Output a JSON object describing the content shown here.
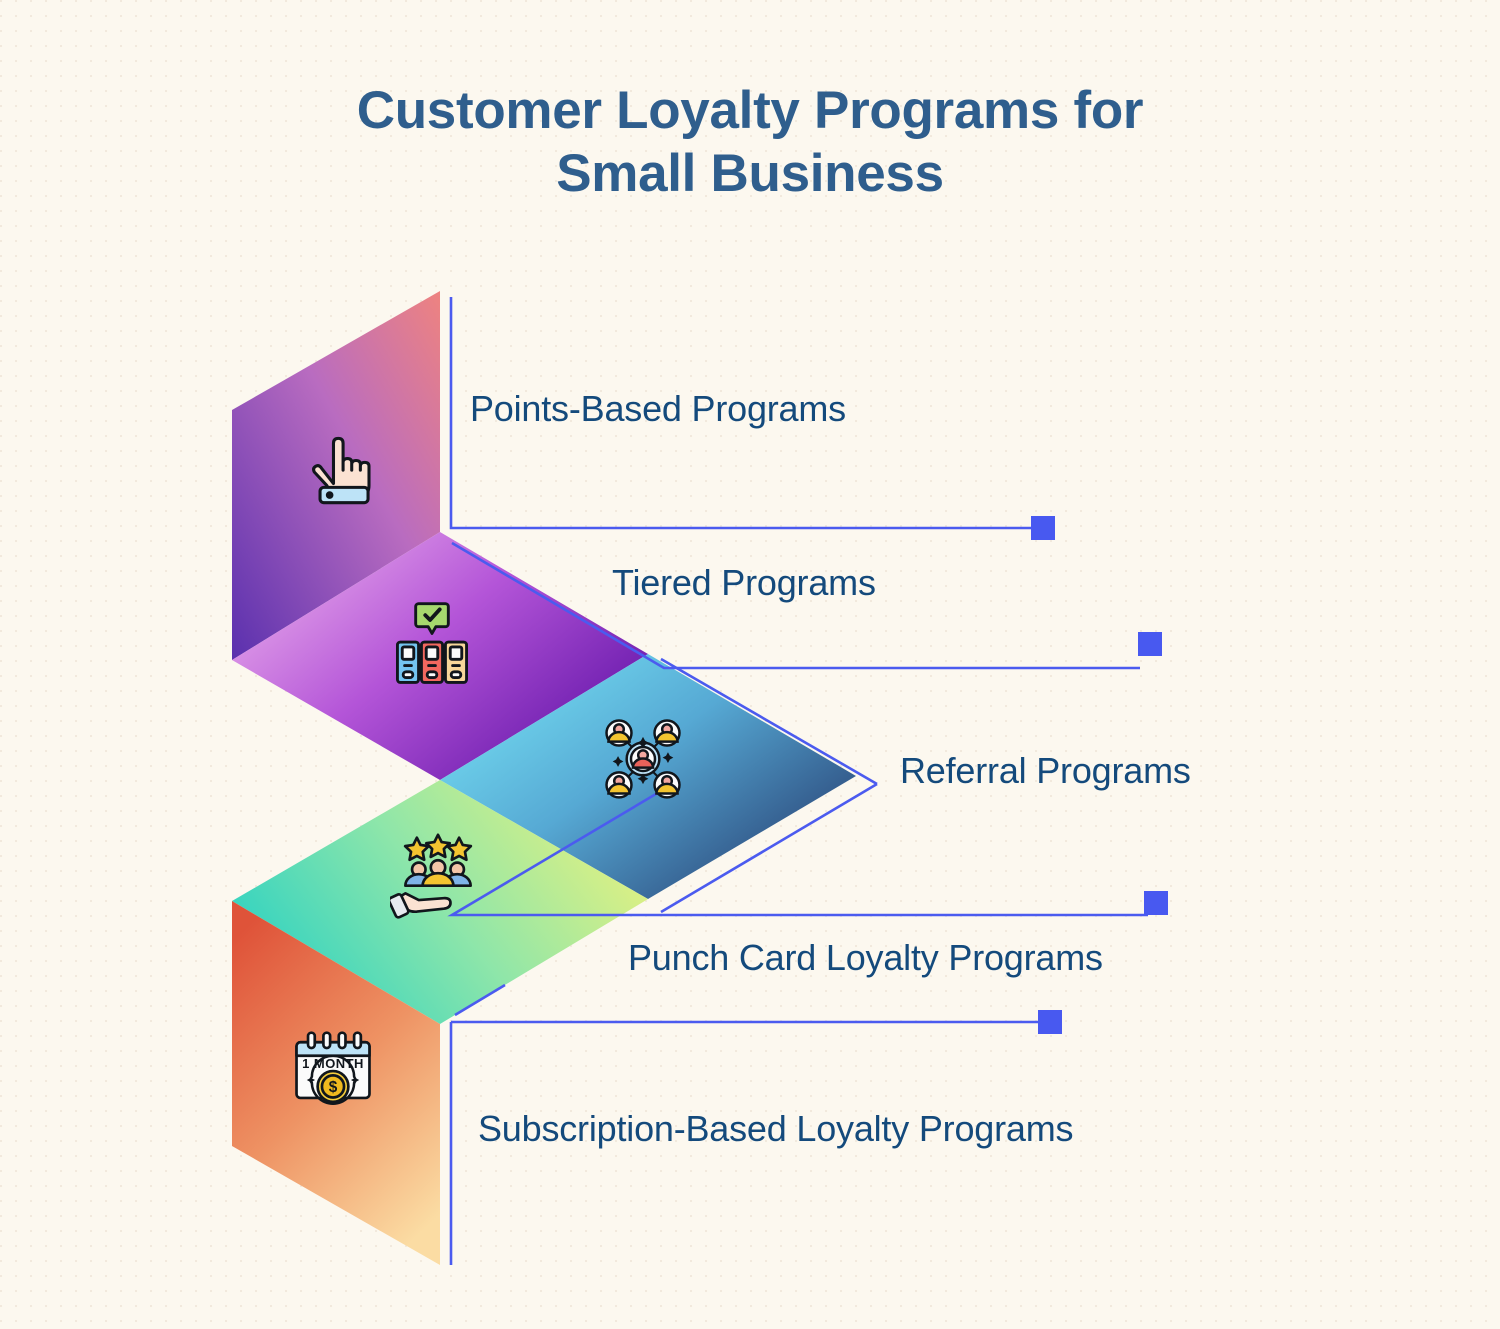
{
  "page": {
    "title": "Customer Loyalty Programs for\nSmall Business",
    "background_color": "#FCF8EF",
    "title_color": "#2F5E8D",
    "label_color": "#144A7C",
    "connector_color": "#4B5BEF",
    "marker_color": "#4859F0"
  },
  "steps": [
    {
      "label": "Points-Based Programs",
      "icon": "pointing-hand-icon",
      "panel_shape": "vertical-parallelogram",
      "gradient_from": "#EC8181",
      "gradient_to": "#5B33B0"
    },
    {
      "label": "Tiered Programs",
      "icon": "tier-cards-check-icon",
      "panel_shape": "rhombus",
      "gradient_from": "#E6A6E8",
      "gradient_to": "#5D0FA5"
    },
    {
      "label": "Referral Programs",
      "icon": "referral-network-icon",
      "panel_shape": "rhombus",
      "gradient_from": "#6FE1F5",
      "gradient_to": "#24356E"
    },
    {
      "label": "Punch Card Loyalty Programs",
      "icon": "hand-stars-rating-icon",
      "panel_shape": "rhombus",
      "gradient_from": "#2FD4C4",
      "gradient_to": "#EAF07A"
    },
    {
      "label": "Subscription-Based Loyalty Programs",
      "icon": "one-month-subscription-icon",
      "panel_shape": "vertical-parallelogram",
      "gradient_from": "#E0563C",
      "gradient_to": "#FAD79A"
    }
  ],
  "icon_text": {
    "subscription_calendar": "1 MONTH",
    "subscription_coin": "$"
  }
}
